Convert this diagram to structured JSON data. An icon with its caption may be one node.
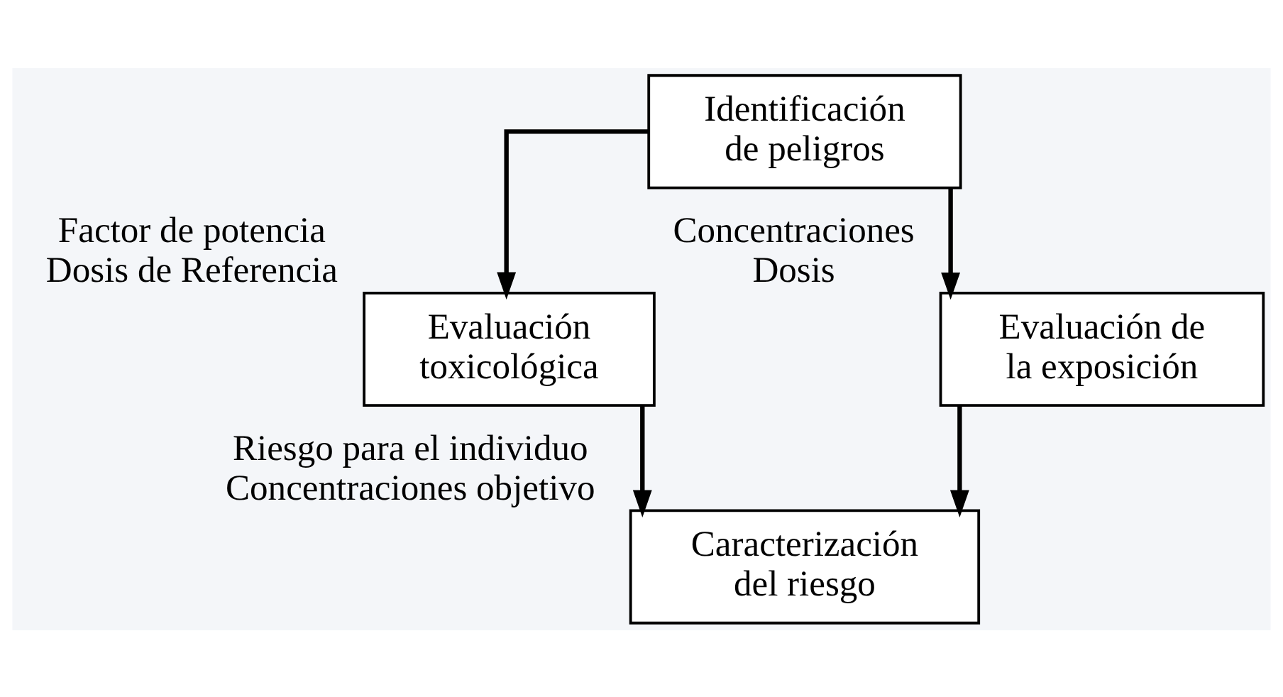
{
  "diagram": {
    "nodes": [
      {
        "text": [
          "Identificación de peligros"
        ]
      },
      {
        "text": [
          "Evaluación toxicológica"
        ],
        "beside": [
          "Factor de potencia",
          "Dosis de Referencia"
        ]
      },
      {
        "text": [
          "Evaluación de la exposición"
        ],
        "beside": [
          "Concentraciones",
          "Dosis"
        ]
      },
      {
        "text": [
          "Caracterización del riesgo"
        ],
        "beside": [
          "Riesgo para el individuo",
          "Concentraciones objetivo"
        ]
      }
    ],
    "edges": [
      {
        "from": 0,
        "to": 1,
        "arrow": "to"
      },
      {
        "from": 0,
        "to": 2,
        "arrow": "to"
      },
      {
        "from": 1,
        "to": 3,
        "arrow": "to"
      },
      {
        "from": 2,
        "to": 3,
        "arrow": "to"
      }
    ]
  }
}
